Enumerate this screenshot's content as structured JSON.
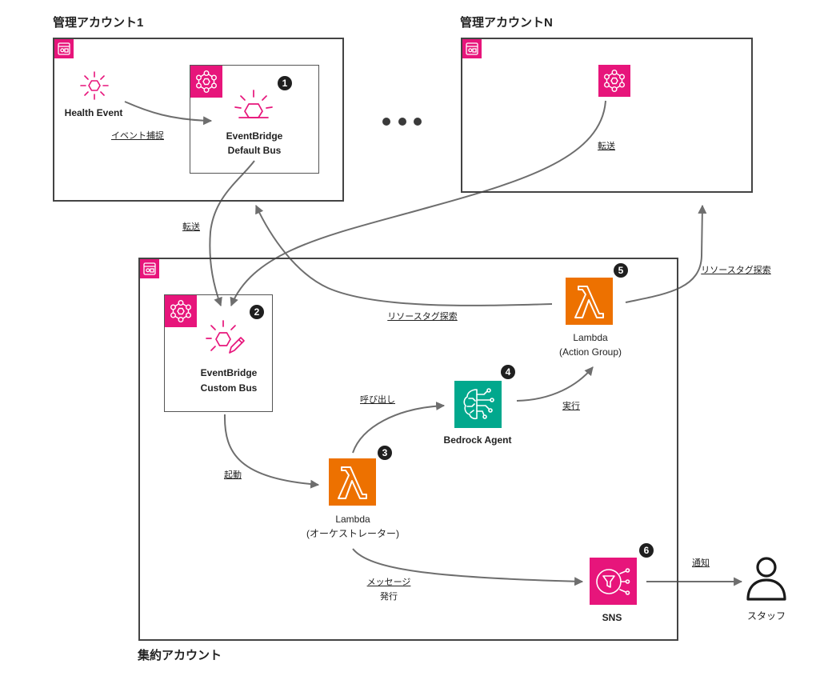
{
  "colors": {
    "eventbridge_pink": "#e7157b",
    "lambda_orange": "#ed7100",
    "bedrock_teal": "#01a88d",
    "arrow_gray": "#6e6e6e",
    "border_dark": "#444444"
  },
  "accounts": {
    "management_1": {
      "label": "管理アカウント1",
      "icon": "account-group-icon"
    },
    "management_n": {
      "label": "管理アカウントN",
      "icon": "account-group-icon"
    },
    "aggregation": {
      "label": "集約アカウント",
      "icon": "account-group-icon"
    }
  },
  "nodes": {
    "health_event": {
      "label": "Health Event",
      "icon": "health-event-icon"
    },
    "default_bus": {
      "line1": "EventBridge",
      "line2": "Default Bus",
      "badge": "1",
      "icon": "eventbridge-event-icon"
    },
    "eventbridge_account_n": {
      "icon": "eventbridge-icon"
    },
    "custom_bus": {
      "line1": "EventBridge",
      "line2": "Custom Bus",
      "badge": "2",
      "icon": "eventbridge-custom-bus-icon"
    },
    "lambda_orchestrator": {
      "line1": "Lambda",
      "line2": "(オーケストレーター)",
      "badge": "3",
      "icon": "lambda-icon"
    },
    "bedrock_agent": {
      "label": "Bedrock Agent",
      "badge": "4",
      "icon": "bedrock-icon"
    },
    "lambda_action_group": {
      "line1": "Lambda",
      "line2": "(Action Group)",
      "badge": "5",
      "icon": "lambda-icon"
    },
    "sns": {
      "label": "SNS",
      "badge": "6",
      "icon": "sns-icon"
    },
    "staff": {
      "label": "スタッフ",
      "icon": "person-icon"
    }
  },
  "edges": {
    "capture": "イベント捕捉",
    "forward_1": "転送",
    "forward_n": "転送",
    "trigger": "起動",
    "invoke": "呼び出し",
    "execute": "実行",
    "tag_search_1": "リソースタグ探索",
    "tag_search_n": "リソースタグ探索",
    "publish": [
      "メッセージ",
      "発行"
    ],
    "notify": "通知"
  }
}
